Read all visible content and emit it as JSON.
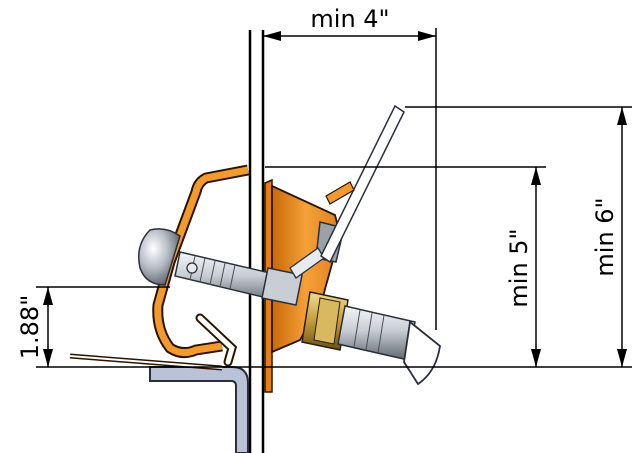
{
  "dimensions": {
    "top": "min  4\"",
    "mid_vertical": "min  5\"",
    "right_vertical": "min  6\"",
    "left_vertical": "1.88\""
  },
  "colors": {
    "bracket_orange": "#f29a2e",
    "bracket_dark": "#b85e00",
    "plate_orange": "#f0962a",
    "steel_light": "#d9dde2",
    "steel_dark": "#6f7680",
    "brass": "#c7a24a",
    "wall_blue": "#b9c2d6"
  },
  "icons": [
    "lever-arm-icon",
    "threaded-rod-icon",
    "dome-cap-icon",
    "guard-bracket-icon",
    "tank-wall-icon",
    "angle-bracket-icon"
  ]
}
